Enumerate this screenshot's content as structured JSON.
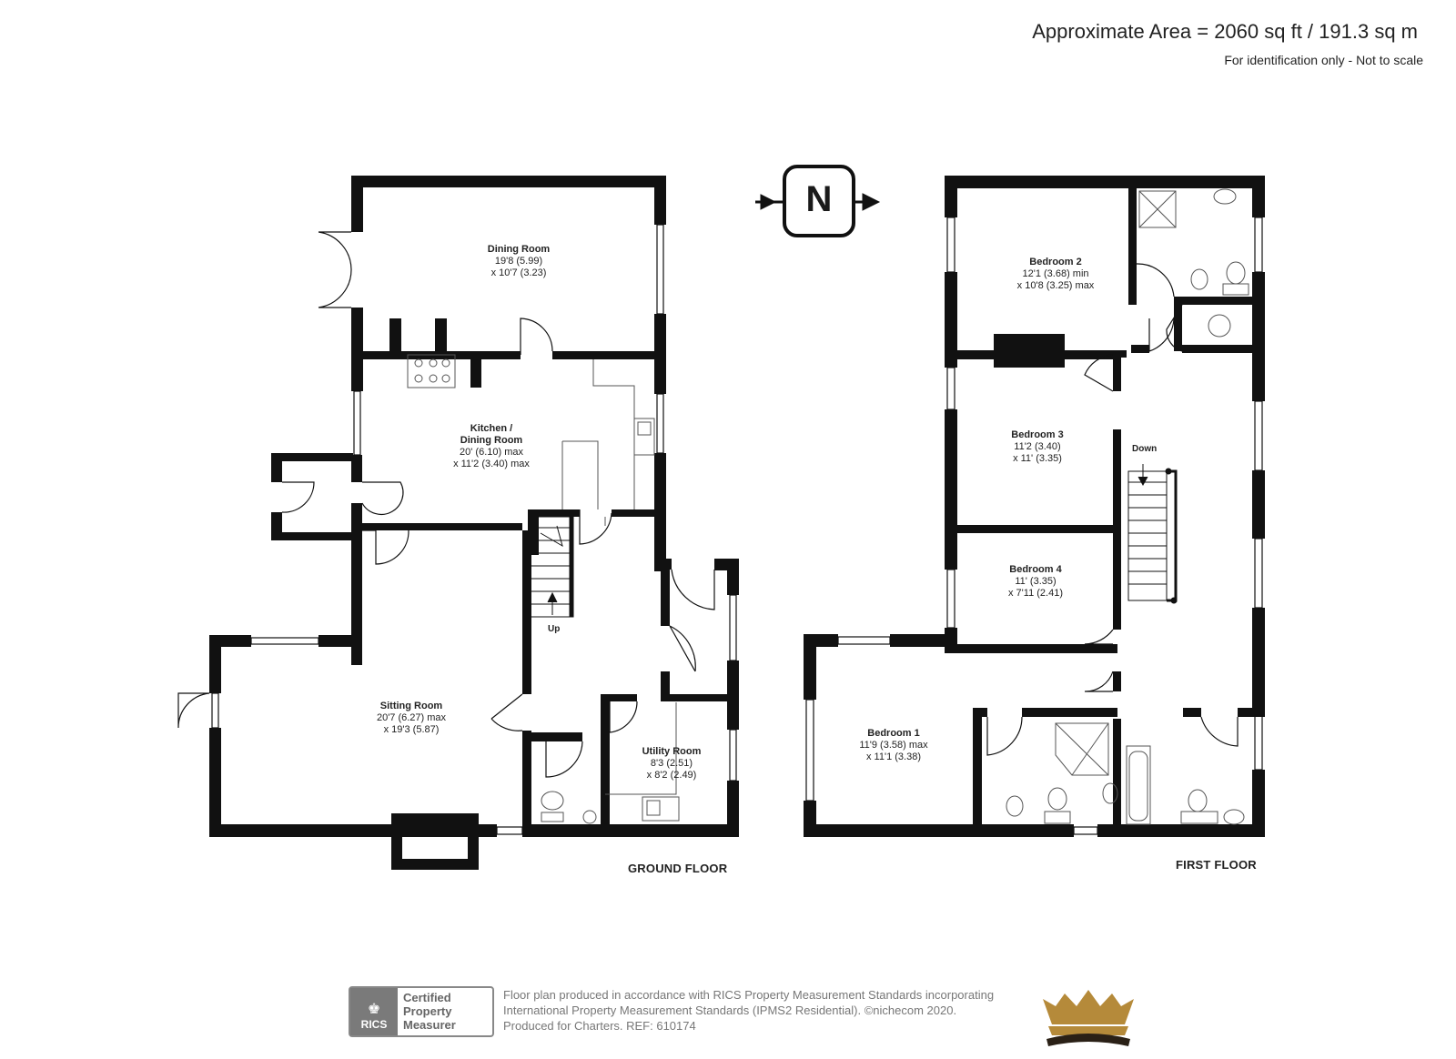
{
  "header": {
    "approximate_area": "Approximate Area = 2060 sq ft / 191.3 sq m",
    "note": "For identification only - Not to scale"
  },
  "compass": {
    "letter": "N"
  },
  "ground_floor": {
    "label": "GROUND FLOOR",
    "rooms": [
      {
        "name": "Dining Room",
        "dim1": "19'8 (5.99)",
        "dim2": "x 10'7 (3.23)"
      },
      {
        "name": "Kitchen /",
        "name2": "Dining Room",
        "dim1": "20' (6.10) max",
        "dim2": "x 11'2 (3.40) max"
      },
      {
        "name": "Sitting Room",
        "dim1": "20'7 (6.27) max",
        "dim2": "x 19'3 (5.87)"
      },
      {
        "name": "Utility Room",
        "dim1": "8'3 (2.51)",
        "dim2": "x 8'2 (2.49)"
      }
    ],
    "stairs_label": "Up"
  },
  "first_floor": {
    "label": "FIRST FLOOR",
    "rooms": [
      {
        "name": "Bedroom 2",
        "dim1": "12'1 (3.68) min",
        "dim2": "x 10'8 (3.25) max"
      },
      {
        "name": "Bedroom 3",
        "dim1": "11'2 (3.40)",
        "dim2": "x 11' (3.35)"
      },
      {
        "name": "Bedroom 4",
        "dim1": "11' (3.35)",
        "dim2": "x 7'11 (2.41)"
      },
      {
        "name": "Bedroom 1",
        "dim1": "11'9 (3.58) max",
        "dim2": "x 11'1 (3.38)"
      }
    ],
    "stairs_label": "Down"
  },
  "footer": {
    "badge_brand": "RICS",
    "badge_line1": "Certified",
    "badge_line2": "Property",
    "badge_line3": "Measurer",
    "line1": "Floor plan produced in accordance with RICS Property Measurement Standards incorporating",
    "line2": "International Property Measurement Standards (IPMS2 Residential).   ©nichecom 2020.",
    "line3": "Produced for Charters.   REF: 610174"
  },
  "colors": {
    "wall": "#111111",
    "fixture": "#777777",
    "logo_gold": "#b58a3a",
    "logo_dark": "#2a2016"
  }
}
